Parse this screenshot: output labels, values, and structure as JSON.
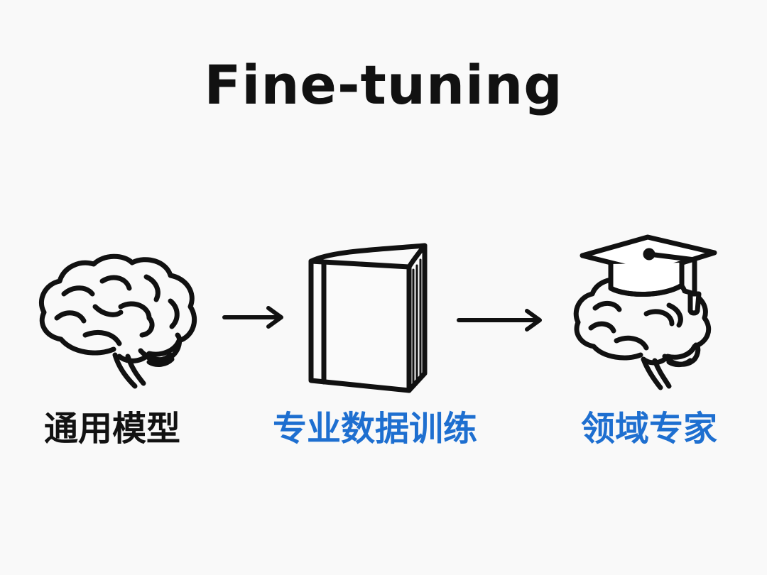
{
  "title": "Fine-tuning",
  "stages": [
    {
      "label": "通用模型",
      "icon": "brain-icon",
      "label_color": "#121212"
    },
    {
      "label": "专业数据训练",
      "icon": "book-icon",
      "label_color": "#1e6fd0"
    },
    {
      "label": "领域专家",
      "icon": "graduate-brain-icon",
      "label_color": "#1e6fd0"
    }
  ],
  "arrows": [
    "arrow-right-icon",
    "arrow-right-icon"
  ]
}
